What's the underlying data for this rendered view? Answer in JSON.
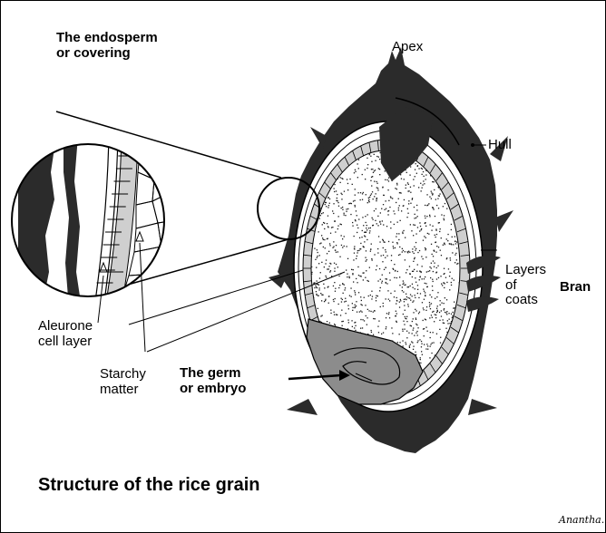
{
  "labels": {
    "endosperm_line1": "The endosperm",
    "endosperm_line2": "or covering",
    "apex": "Apex",
    "hull": "Hull",
    "layers_line1": "Layers",
    "layers_line2": "of",
    "layers_line3": "coats",
    "bran": "Bran",
    "aleurone_line1": "Aleurone",
    "aleurone_line2": "cell layer",
    "starchy_line1": "Starchy",
    "starchy_line2": "matter",
    "germ_line1": "The germ",
    "germ_line2": "or embryo",
    "title": "Structure of the rice grain",
    "signature": "Anantha."
  },
  "colors": {
    "hull": "#2b2b2b",
    "aleurone": "#cfcfcf",
    "germ": "#8c8c8c",
    "starch_dots": "#1a1a1a",
    "background": "#ffffff"
  }
}
